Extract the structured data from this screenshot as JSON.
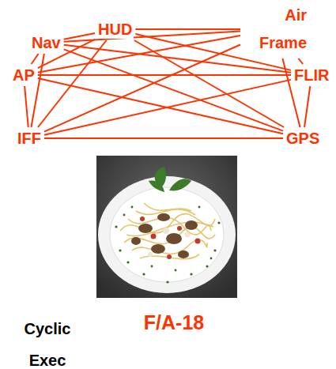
{
  "diagram": {
    "nodes": [
      {
        "text": [
          "Air Frame"
        ]
      },
      {
        "text": [
          "HUD"
        ]
      },
      {
        "text": [
          "Nav"
        ]
      },
      {
        "text": [
          "AP"
        ]
      },
      {
        "text": [
          "FLIR"
        ]
      },
      {
        "text": [
          "IFF"
        ]
      },
      {
        "text": [
          "GPS"
        ]
      }
    ],
    "edges": [
      {
        "from": 0,
        "to": 1,
        "arrow": "none"
      },
      {
        "from": 0,
        "to": 2,
        "arrow": "none"
      },
      {
        "from": 0,
        "to": 3,
        "arrow": "none"
      },
      {
        "from": 0,
        "to": 4,
        "arrow": "none"
      },
      {
        "from": 0,
        "to": 5,
        "arrow": "none"
      },
      {
        "from": 0,
        "to": 6,
        "arrow": "none"
      },
      {
        "from": 1,
        "to": 2,
        "arrow": "none"
      },
      {
        "from": 1,
        "to": 3,
        "arrow": "none"
      },
      {
        "from": 1,
        "to": 4,
        "arrow": "none"
      },
      {
        "from": 1,
        "to": 5,
        "arrow": "none"
      },
      {
        "from": 1,
        "to": 6,
        "arrow": "none"
      },
      {
        "from": 2,
        "to": 3,
        "arrow": "none"
      },
      {
        "from": 2,
        "to": 4,
        "arrow": "none"
      },
      {
        "from": 2,
        "to": 5,
        "arrow": "none"
      },
      {
        "from": 2,
        "to": 6,
        "arrow": "none"
      },
      {
        "from": 3,
        "to": 4,
        "arrow": "none"
      },
      {
        "from": 3,
        "to": 5,
        "arrow": "none"
      },
      {
        "from": 3,
        "to": 6,
        "arrow": "none"
      },
      {
        "from": 4,
        "to": 5,
        "arrow": "none"
      },
      {
        "from": 4,
        "to": 6,
        "arrow": "none"
      },
      {
        "from": 5,
        "to": 6,
        "arrow": "none"
      }
    ],
    "labels": [
      "Cyclic Exec",
      "F/A-18"
    ]
  }
}
